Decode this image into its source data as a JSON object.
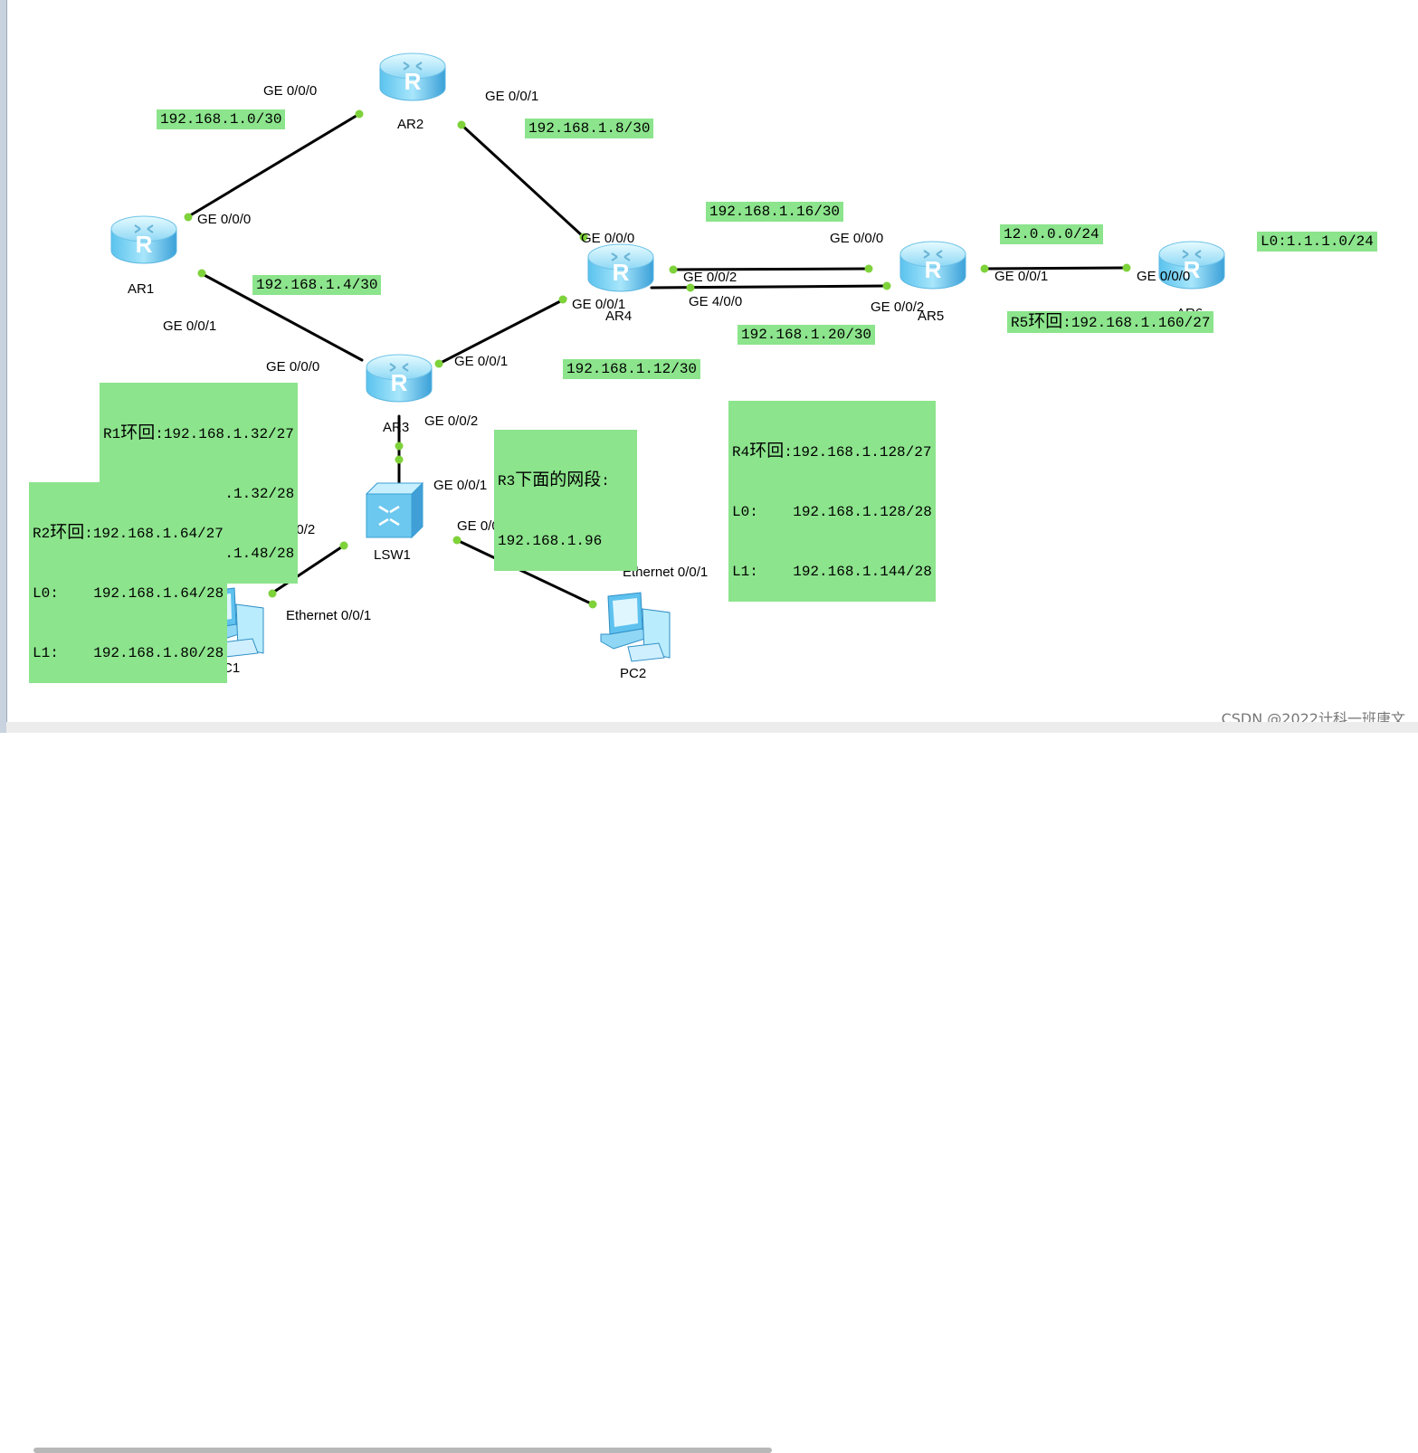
{
  "devices": {
    "ar1": "AR1",
    "ar2": "AR2",
    "ar3": "AR3",
    "ar4": "AR4",
    "ar5": "AR5",
    "ar6": "AR6",
    "lsw1": "LSW1",
    "pc1": "PC1",
    "pc2": "PC2"
  },
  "ports": {
    "ar2_g000": "GE 0/0/0",
    "ar2_g001": "GE 0/0/1",
    "ar1_g000": "GE 0/0/0",
    "ar1_g001": "GE 0/0/1",
    "ar4_g000": "GE 0/0/0",
    "ar4_g001": "GE 0/0/1",
    "ar4_g002": "GE 0/0/2",
    "ar4_g400": "GE 4/0/0",
    "ar5_g000": "GE 0/0/0",
    "ar5_g002": "GE 0/0/2",
    "ar5_g001": "GE 0/0/1",
    "ar6_g000": "GE 0/0/0",
    "ar3_g000": "GE 0/0/0",
    "ar3_g001": "GE 0/0/1",
    "ar3_g002": "GE 0/0/2",
    "lsw_g001": "GE 0/0/1",
    "lsw_g002": "GE 0/0/2",
    "lsw_g003": "GE 0/0/3",
    "pc1_eth": "Ethernet 0/0/1",
    "pc2_eth": "Ethernet 0/0/1"
  },
  "subnets": {
    "ar1_ar2": "192.168.1.0/30",
    "ar2_ar4": "192.168.1.8/30",
    "ar1_ar3": "192.168.1.4/30",
    "ar4_ar5_a": "192.168.1.16/30",
    "ar4_ar5_b": "192.168.1.20/30",
    "ar5_ar6": "12.0.0.0/24",
    "ar3_ar4": "192.168.1.12/30"
  },
  "notes": {
    "ar6_lo": "L0:1.1.1.0/24",
    "r5_prefix": "R5",
    "r5_cn": "环回",
    "r5_val": ":192.168.1.160/27",
    "r1_prefix": "R1",
    "r1_cn": "环回",
    "r1_val": ":192.168.1.32/27",
    "r1_l0": "L0:    192.168.1.32/28",
    "r1_l1": "L1:    192.168.1.48/28",
    "r2_prefix": "R2",
    "r2_cn": "环回",
    "r2_val": ":192.168.1.64/27",
    "r2_l0": "L0:    192.168.1.64/28",
    "r2_l1": "L1:    192.168.1.80/28",
    "r3_prefix": "R3",
    "r3_cn": "下面的网段",
    "r3_colon": ":",
    "r3_val": "192.168.1.96",
    "r4_prefix": "R4",
    "r4_cn": "环回",
    "r4_val": ":192.168.1.128/27",
    "r4_l0": "L0:    192.168.1.128/28",
    "r4_l1": "L1:    192.168.1.144/28"
  },
  "watermark": "CSDN @2022计科一班唐文",
  "colors": {
    "label_bg": "#8ce48c",
    "router_light": "#bfeeff",
    "router_dark": "#3aa7dd",
    "port_dot": "#7ed23a"
  }
}
